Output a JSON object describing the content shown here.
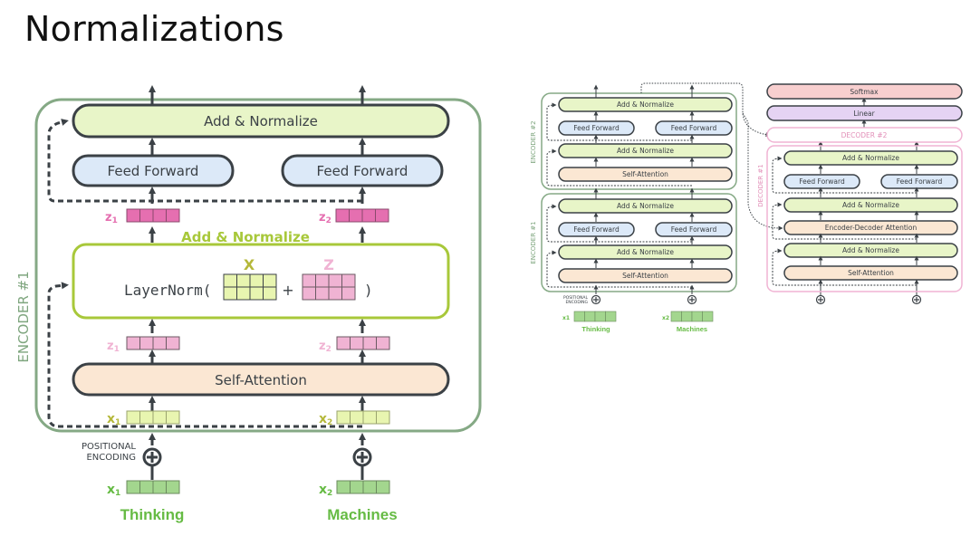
{
  "slide": {
    "title": "Normalizations"
  },
  "left_diagram": {
    "encoder_label": "ENCODER #1",
    "add_normalize_top": "Add & Normalize",
    "feed_forward_1": "Feed Forward",
    "feed_forward_2": "Feed Forward",
    "add_normalize_caption": "Add & Normalize",
    "layernorm_text": "LayerNorm(",
    "layernorm_plus": "+",
    "layernorm_close": ")",
    "matrix_x_label": "X",
    "matrix_z_label": "Z",
    "self_attention": "Self-Attention",
    "z1_out": "z1",
    "z2_out": "z2",
    "z1_in": "z1",
    "z2_in": "z2",
    "x1_enc": "x1",
    "x2_enc": "x2",
    "x1_emb": "x1",
    "x2_emb": "x2",
    "positional_encoding_line1": "POSITIONAL",
    "positional_encoding_line2": "ENCODING",
    "word1": "Thinking",
    "word2": "Machines",
    "colors": {
      "encoder_border": "#7fa67f",
      "add_norm_fill": "#e8f5c8",
      "ff_fill": "#dce9f8",
      "sa_fill": "#fbe7d3",
      "pink_dark": "#e56fb0",
      "pink_light": "#f0b3d3",
      "yellow_green": "#e8f5b0",
      "green": "#a3d68e",
      "lime": "#a8c83a",
      "word_green": "#66bb44"
    }
  },
  "right_diagram": {
    "encoder2_label": "ENCODER #2",
    "encoder1_label": "ENCODER #1",
    "decoder2_label": "DECODER #2",
    "decoder1_label": "DECODER #1",
    "add_normalize": "Add & Normalize",
    "feed_forward": "Feed Forward",
    "self_attention": "Self-Attention",
    "enc_dec_attention": "Encoder-Decoder Attention",
    "softmax": "Softmax",
    "linear": "Linear",
    "positional_encoding_line1": "POSITIONAL",
    "positional_encoding_line2": "ENCODING",
    "x1": "x1",
    "x2": "x2",
    "word1": "Thinking",
    "word2": "Machines"
  }
}
